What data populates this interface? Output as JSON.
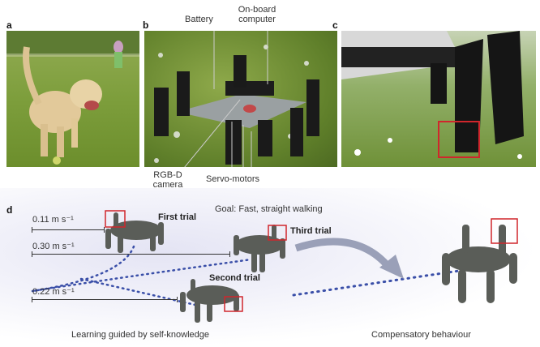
{
  "panels": {
    "a": {
      "label": "a"
    },
    "b": {
      "label": "b",
      "annotations": {
        "battery": "Battery",
        "computer_line1": "On-board",
        "computer_line2": "computer",
        "camera_line1": "RGB-D",
        "camera_line2": "camera",
        "servos": "Servo-motors"
      }
    },
    "c": {
      "label": "c"
    },
    "d": {
      "label": "d",
      "goal": "Goal: Fast, straight walking",
      "trials": {
        "first": "First trial",
        "second": "Second trial",
        "third": "Third trial"
      },
      "speeds": {
        "first": "0.11 m s⁻¹",
        "third": "0.30 m s⁻¹",
        "second": "0.22 m s⁻¹"
      },
      "caption_left": "Learning guided by self-knowledge",
      "caption_right": "Compensatory behaviour"
    }
  },
  "colors": {
    "highlight_box": "#d0262c",
    "trajectory": "#3a4fa8"
  }
}
